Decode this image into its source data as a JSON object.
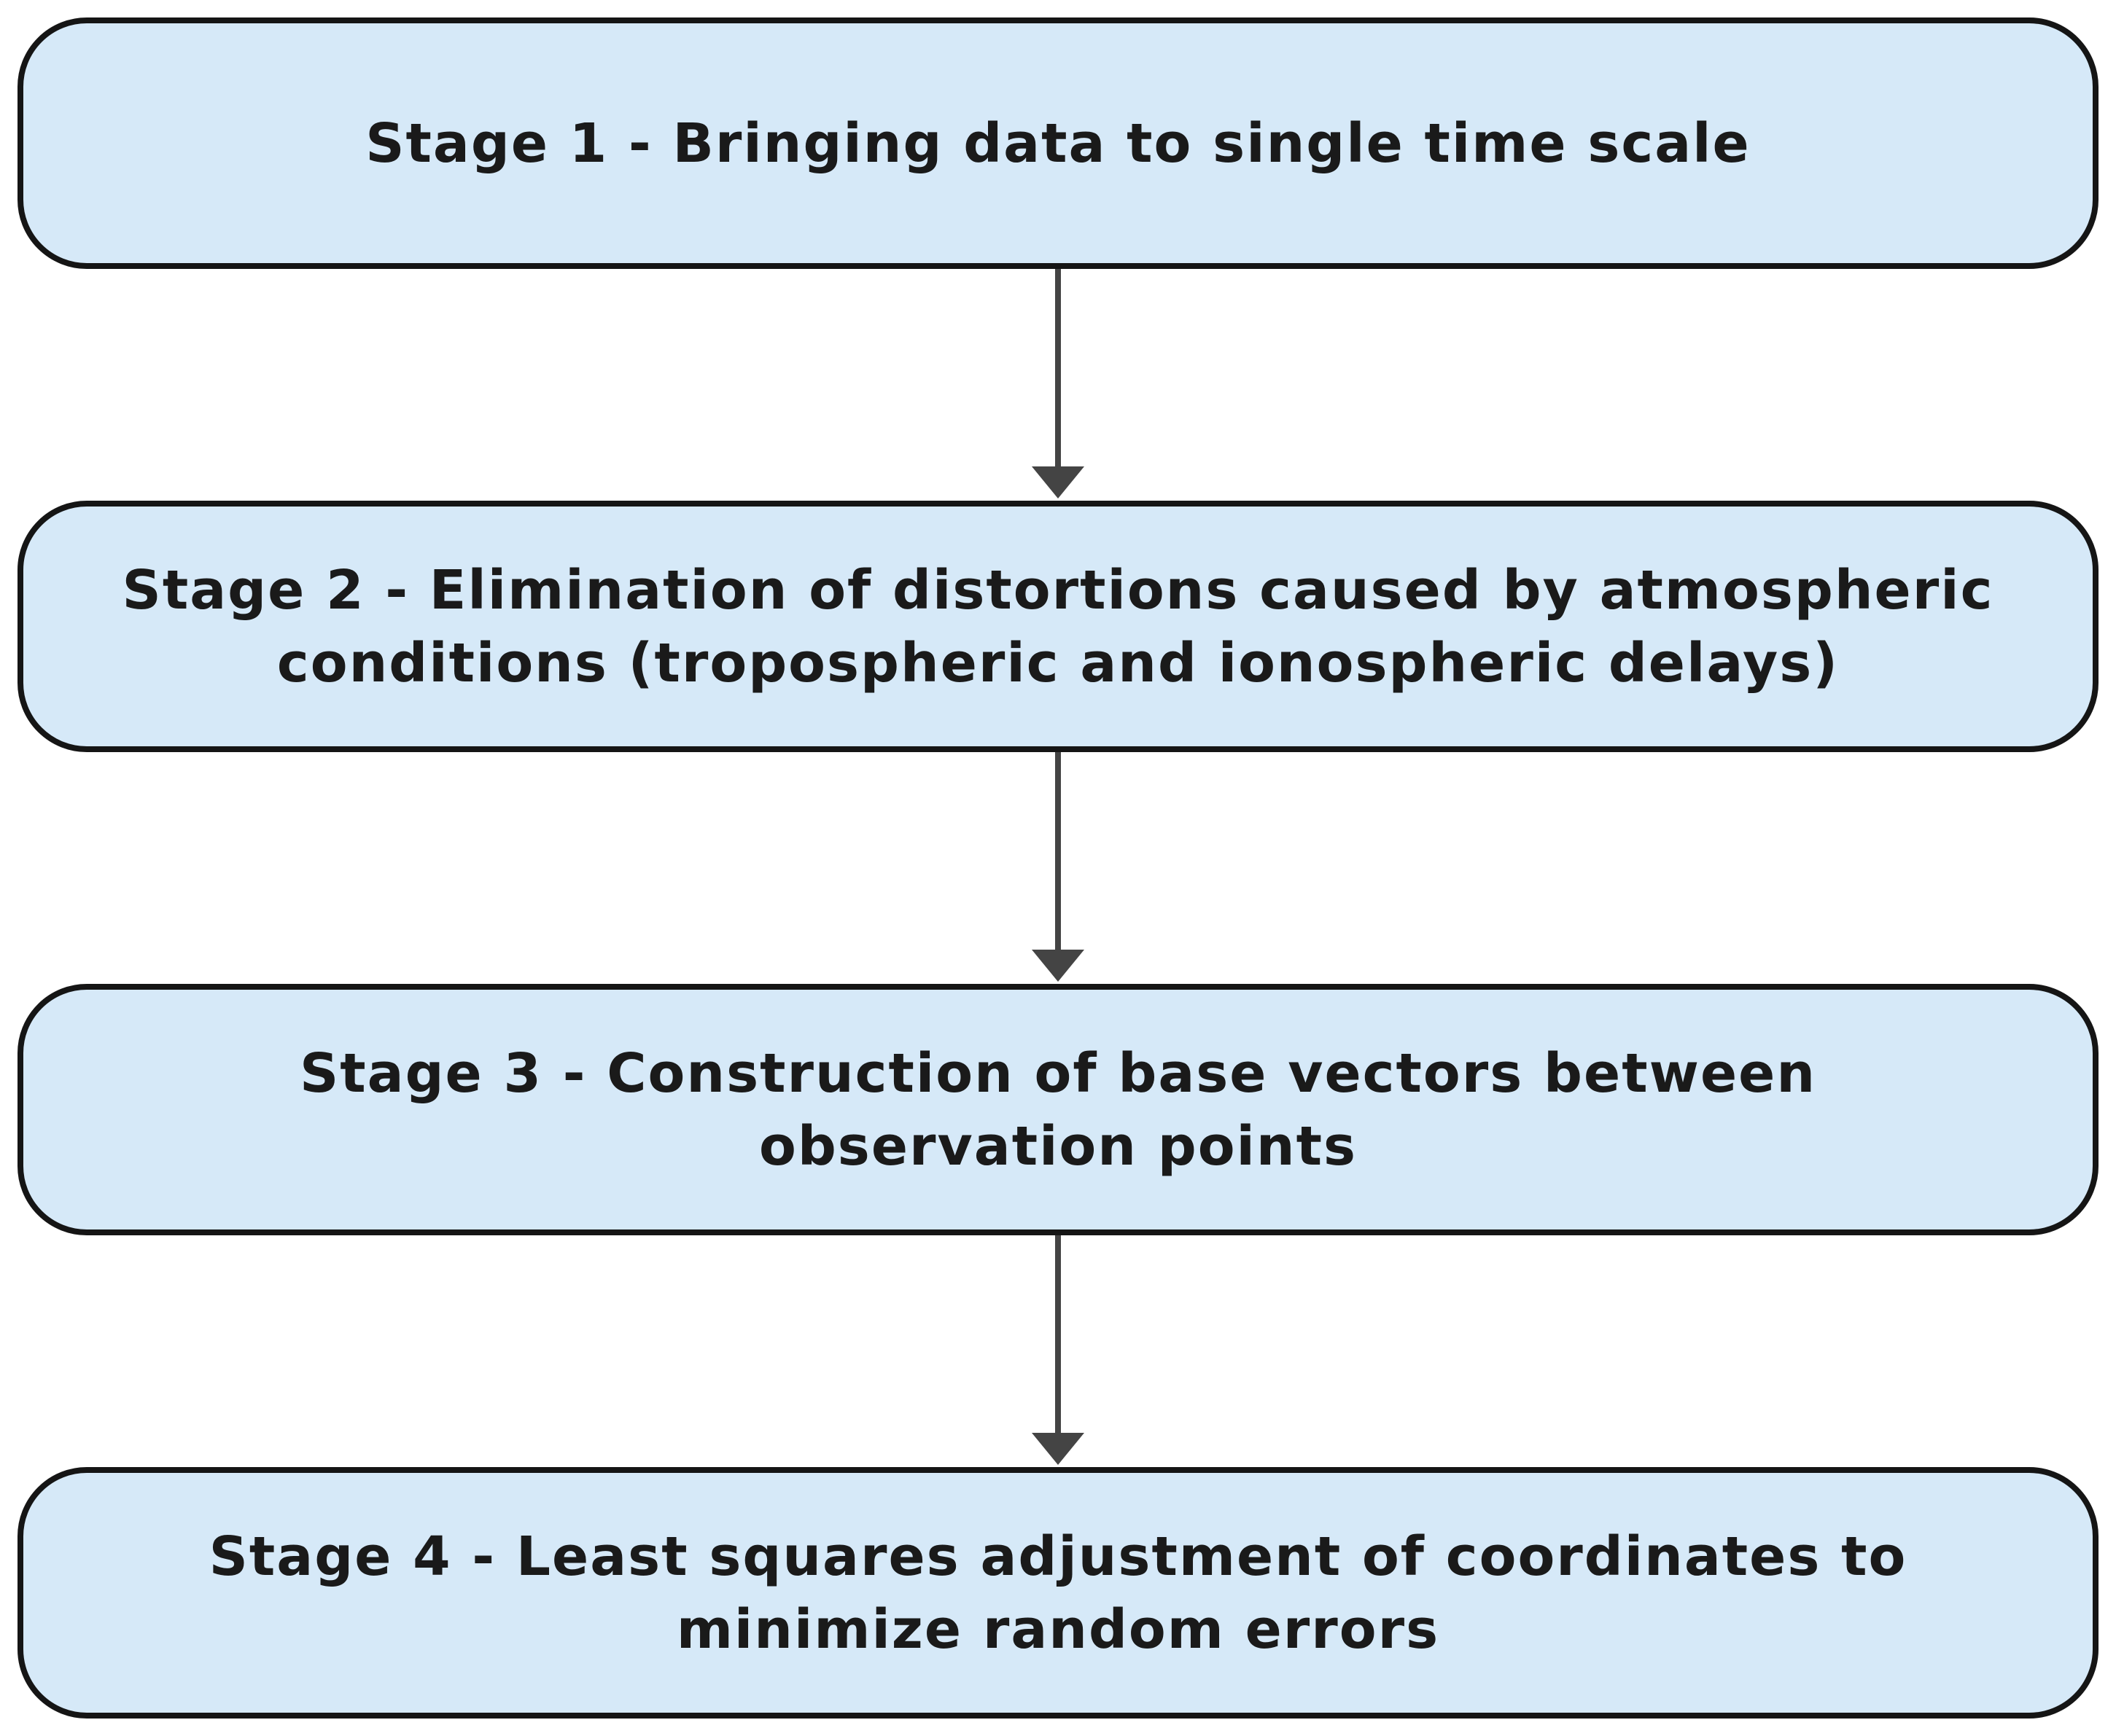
{
  "stages": [
    {
      "label": "Stage 1 - Bringing data to single time scale"
    },
    {
      "label": "Stage 2 - Elimination of distortions caused by atmospheric conditions (tropospheric and ionospheric delays)"
    },
    {
      "label": "Stage 3 - Construction of base vectors between observation points"
    },
    {
      "label": "Stage 4 - Least squares adjustment of coordinates to minimize random errors"
    }
  ],
  "colors": {
    "box_fill": "#d6e9f8",
    "box_border": "#151515",
    "arrow": "#444444",
    "text": "#1a1a1a"
  }
}
